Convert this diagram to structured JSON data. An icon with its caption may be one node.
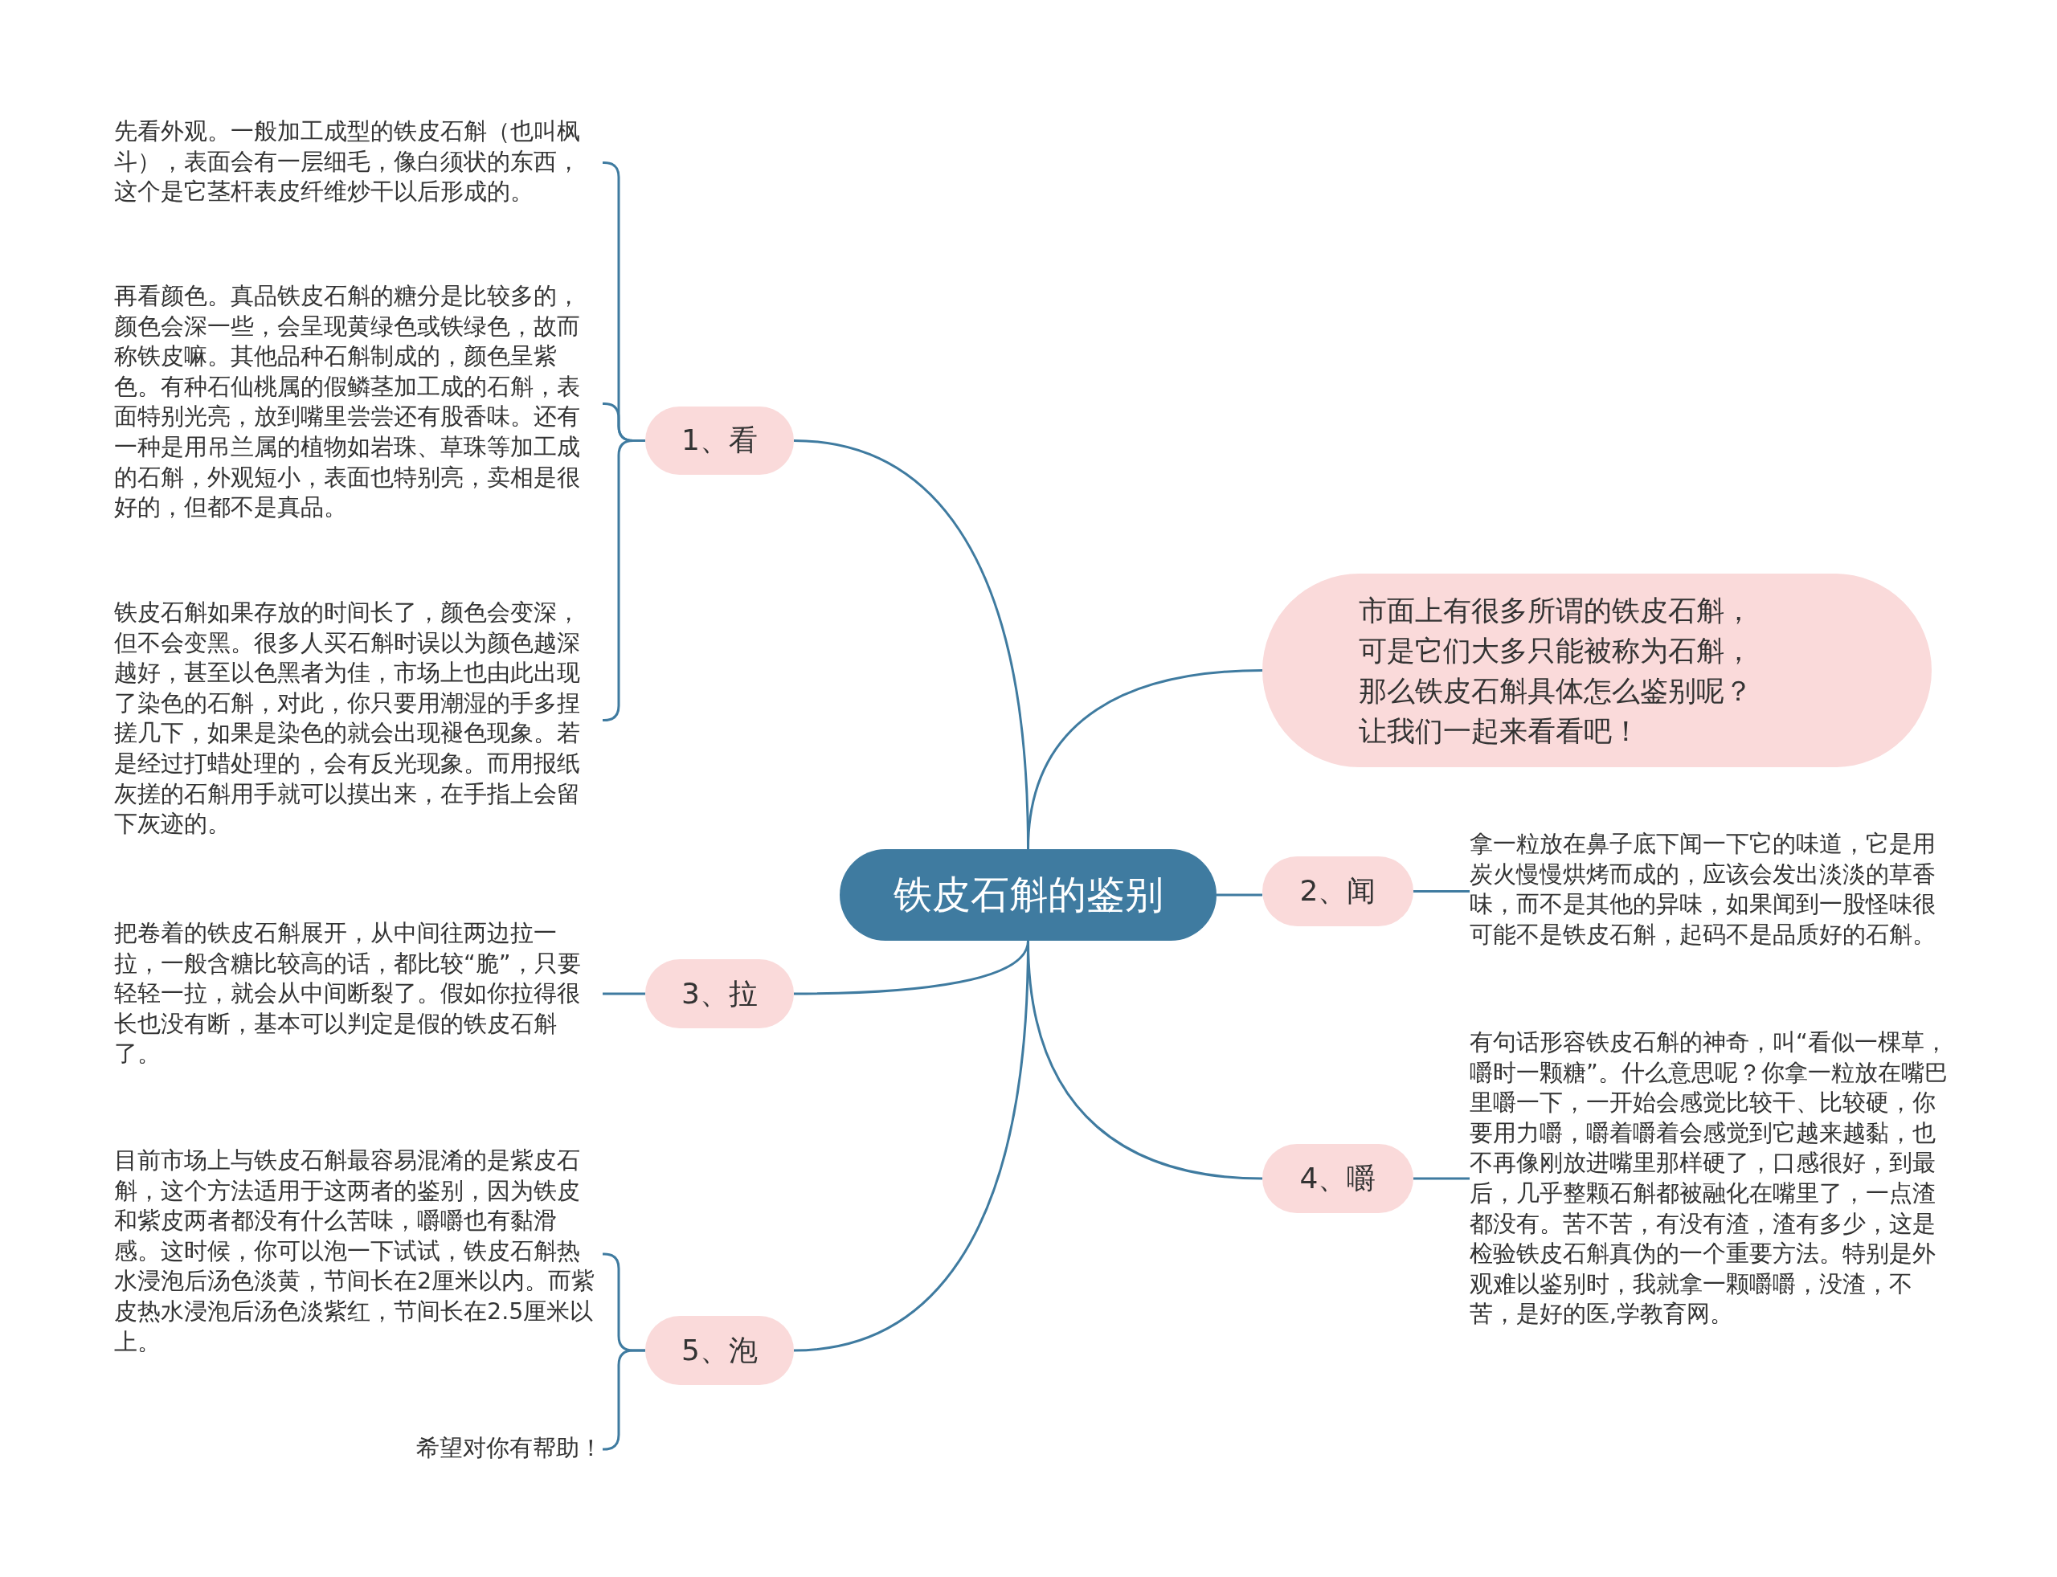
{
  "diagram": {
    "nodes": [
      {
        "text": [
          "铁皮石斛的鉴别"
        ]
      },
      {
        "text": [
          "1、看"
        ]
      },
      {
        "text": [
          "先看外观。一般加工成型的铁皮石斛（也叫枫斗），表面会有一层细毛，像白须状的东西，这个是它茎杆表皮纤维炒干以后形成的。"
        ]
      },
      {
        "text": [
          "再看颜色。真品铁皮石斛的糖分是比较多的，颜色会深一些，会呈现黄绿色或铁绿色，故而称铁皮嘛。其他品种石斛制成的，颜色呈紫色。有种石仙桃属的假鳞茎加工成的石斛，表面特别光亮，放到嘴里尝尝还有股香味。还有一种是用吊兰属的植物如岩珠、草珠等加工成的石斛，外观短小，表面也特别亮，卖相是很好的，但都不是真品。"
        ]
      },
      {
        "text": [
          "铁皮石斛如果存放的时间长了，颜色会变深，但不会变黑。很多人买石斛时误以为颜色越深越好，甚至以色黑者为佳，市场上也由此出现了染色的石斛，对此，你只要用潮湿的手多捏搓几下，如果是染色的就会出现褪色现象。若是经过打蜡处理的，会有反光现象。而用报纸灰搓的石斛用手就可以摸出来，在手指上会留下灰迹的。"
        ]
      },
      {
        "text": [
          "市面上有很多所谓的铁皮石斛，可是它们大多只能被称为石斛，那么铁皮石斛具体怎么鉴别呢？让我们一起来看看吧！"
        ]
      },
      {
        "text": [
          "2、闻"
        ]
      },
      {
        "text": [
          "拿一粒放在鼻子底下闻一下它的味道，它是用炭火慢慢烘烤而成的，应该会发出淡淡的草香味，而不是其他的异味，如果闻到一股怪味很可能不是铁皮石斛，起码不是品质好的石斛。"
        ]
      },
      {
        "text": [
          "3、拉"
        ]
      },
      {
        "text": [
          "把卷着的铁皮石斛展开，从中间往两边拉一拉，一般含糖比较高的话，都比较“脆”，只要轻轻一拉，就会从中间断裂了。假如你拉得很长也没有断，基本可以判定是假的铁皮石斛了。"
        ]
      },
      {
        "text": [
          "4、嚼"
        ]
      },
      {
        "text": [
          "有句话形容铁皮石斛的神奇，叫“看似一棵草，嚼时一颗糖”。什么意思呢？你拿一粒放在嘴巴里嚼一下，一开始会感觉比较干、比较硬，你要用力嚼，嚼着嚼着会感觉到它越来越黏，也不再像刚放进嘴里那样硬了，口感很好，到最后，几乎整颗石斛都被融化在嘴里了，一点渣都没有。苦不苦，有没有渣，渣有多少，这是检验铁皮石斛真伪的一个重要方法。特别是外观难以鉴别时，我就拿一颗嚼嚼，没渣，不苦，是好的医,学教育网。"
        ]
      },
      {
        "text": [
          "5、泡"
        ]
      },
      {
        "text": [
          "目前市场上与铁皮石斛最容易混淆的是紫皮石斛，这个方法适用于这两者的鉴别，因为铁皮和紫皮两者都没有什么苦味，嚼嚼也有黏滑感。这时候，你可以泡一下试试，铁皮石斛热水浸泡后汤色淡黄，节间长在2厘米以内。而紫皮热水浸泡后汤色淡紫红，节间长在2.5厘米以上。"
        ]
      },
      {
        "text": [
          "希望对你有帮助！"
        ]
      }
    ],
    "edges": [
      {
        "from": 0,
        "to": 1,
        "arrow": "none"
      },
      {
        "from": 1,
        "to": 2,
        "arrow": "none"
      },
      {
        "from": 1,
        "to": 3,
        "arrow": "none"
      },
      {
        "from": 1,
        "to": 4,
        "arrow": "none"
      },
      {
        "from": 0,
        "to": 5,
        "arrow": "none"
      },
      {
        "from": 0,
        "to": 6,
        "arrow": "none"
      },
      {
        "from": 6,
        "to": 7,
        "arrow": "none"
      },
      {
        "from": 0,
        "to": 8,
        "arrow": "none"
      },
      {
        "from": 8,
        "to": 9,
        "arrow": "none"
      },
      {
        "from": 0,
        "to": 10,
        "arrow": "none"
      },
      {
        "from": 10,
        "to": 11,
        "arrow": "none"
      },
      {
        "from": 0,
        "to": 12,
        "arrow": "none"
      },
      {
        "from": 12,
        "to": 13,
        "arrow": "none"
      },
      {
        "from": 12,
        "to": 14,
        "arrow": "none"
      }
    ]
  }
}
